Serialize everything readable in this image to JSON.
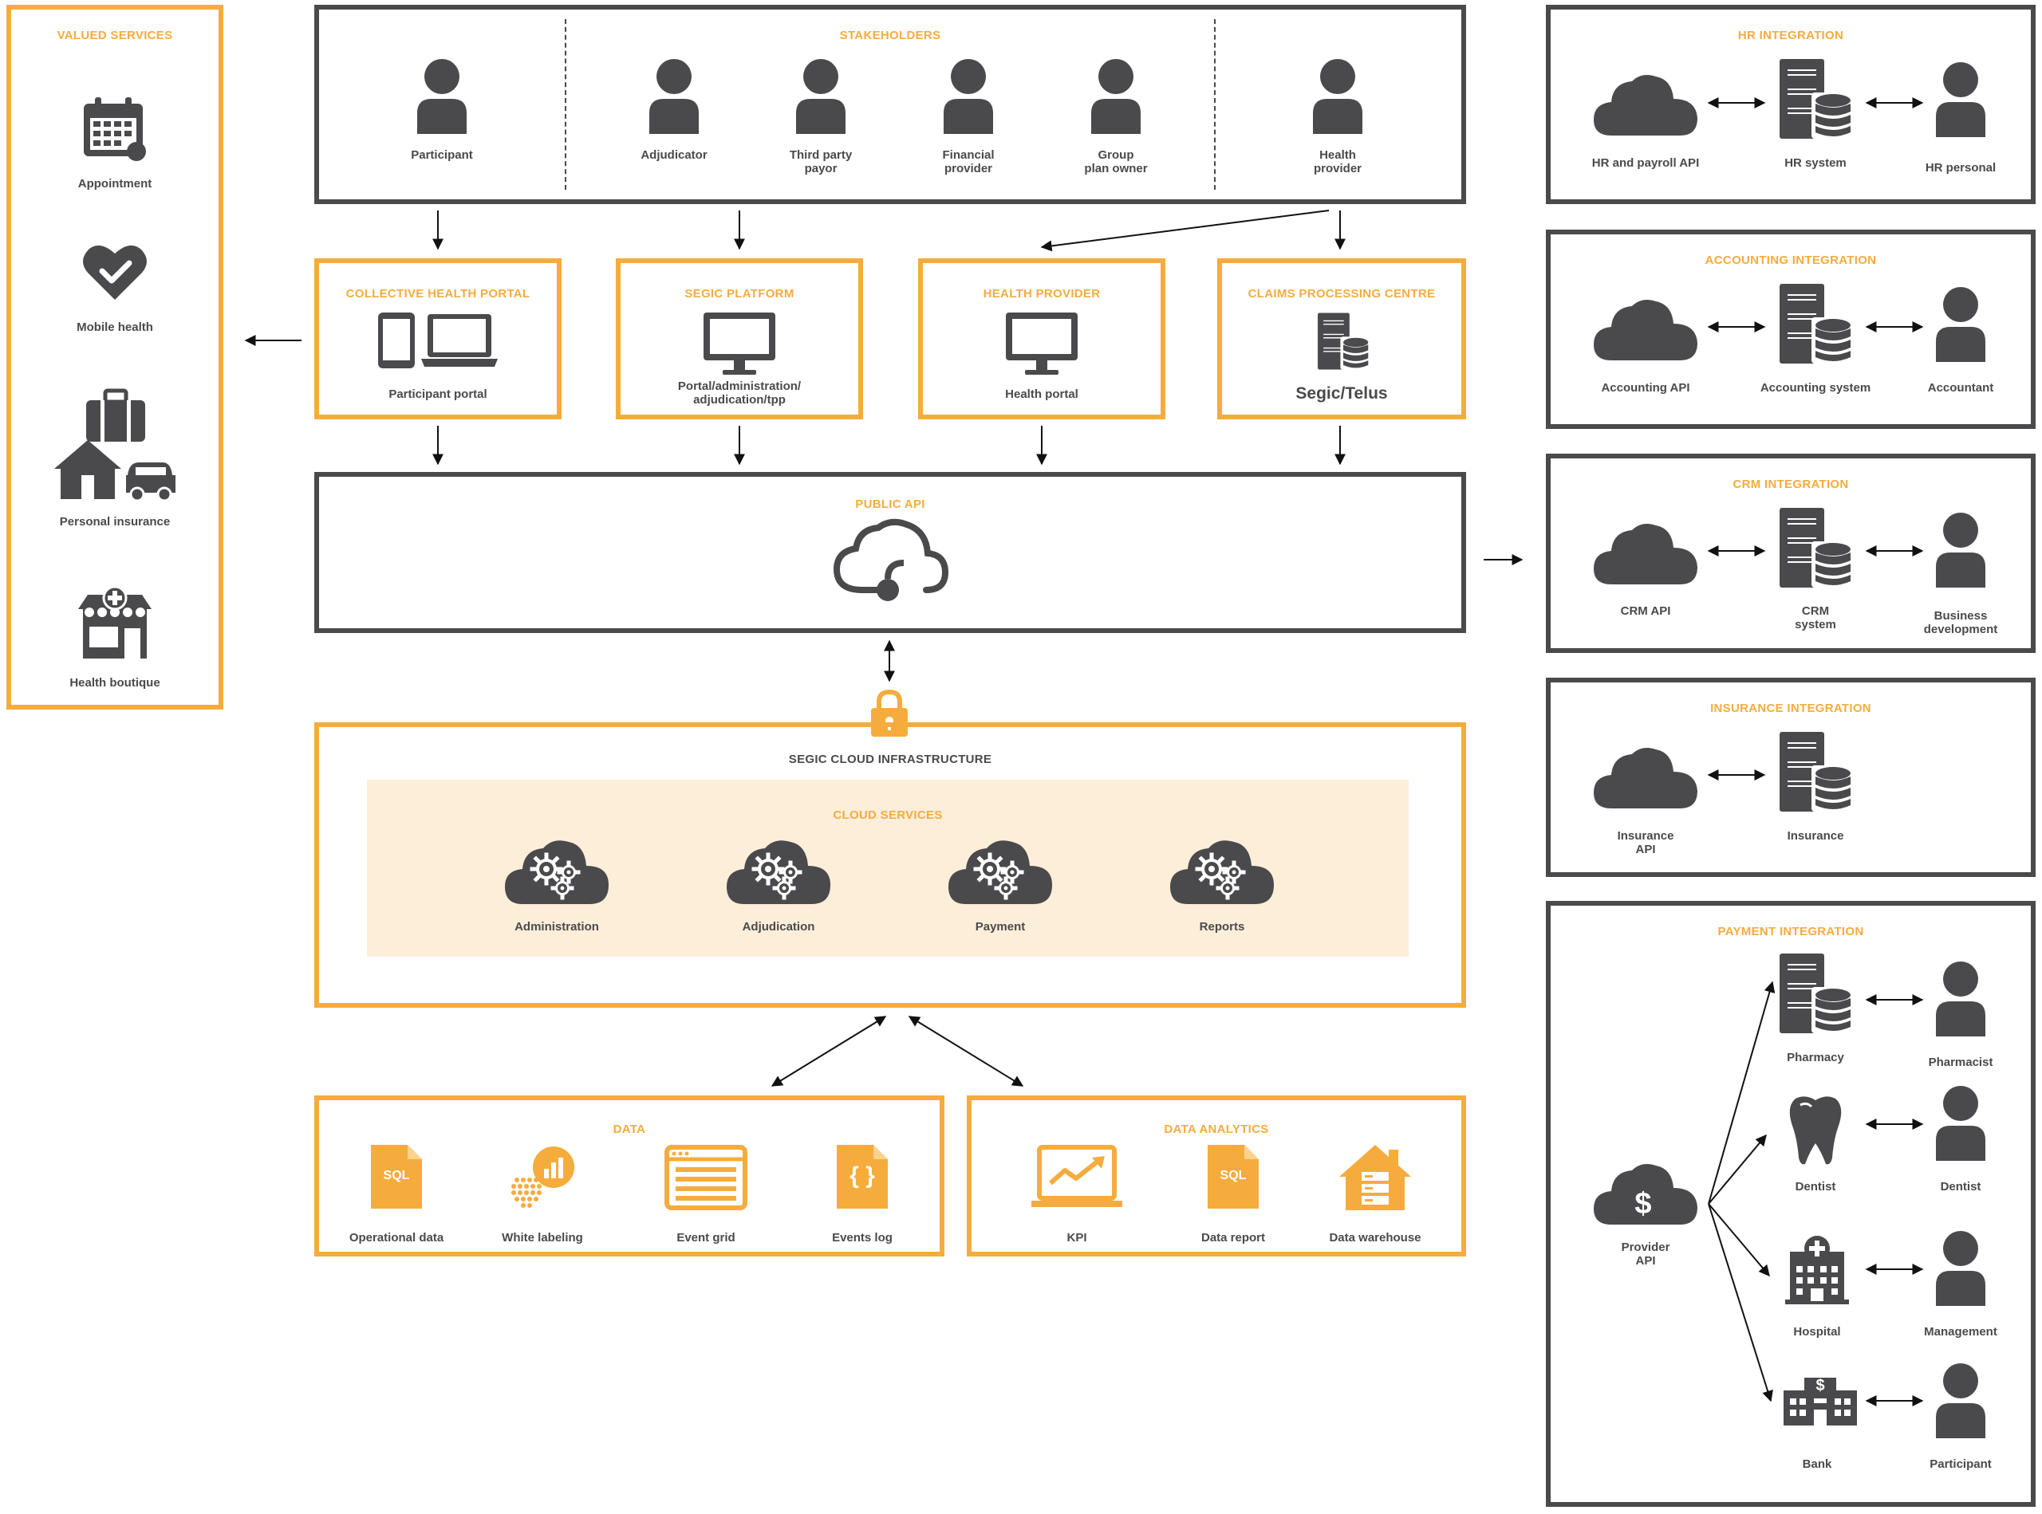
{
  "colors": {
    "accent": "#f5ac3d",
    "dark": "#4a4a4c",
    "cloud_services_bg": "#fdeed9"
  },
  "valued_services": {
    "title": "VALUED SERVICES",
    "items": [
      {
        "label": "Appointment",
        "icon": "calendar-icon"
      },
      {
        "label": "Mobile health",
        "icon": "heart-check-icon"
      },
      {
        "label": "Personal insurance",
        "icon": "suitcase-house-car-icon"
      },
      {
        "label": "Health boutique",
        "icon": "shop-icon"
      }
    ]
  },
  "stakeholders": {
    "title": "STAKEHOLDERS",
    "items": [
      {
        "label": "Participant"
      },
      {
        "label": "Adjudicator"
      },
      {
        "label": "Third party\npayor"
      },
      {
        "label": "Financial\nprovider"
      },
      {
        "label": "Group\nplan owner"
      },
      {
        "label": "Health\nprovider"
      }
    ]
  },
  "portals": [
    {
      "title": "COLLECTIVE HEALTH PORTAL",
      "label": "Participant portal",
      "icon": "tablet-laptop-icon"
    },
    {
      "title": "SEGIC PLATFORM",
      "label": "Portal/administration/\nadjudication/tpp",
      "icon": "monitor-icon"
    },
    {
      "title": "HEALTH PROVIDER",
      "label": "Health portal",
      "icon": "monitor-icon"
    },
    {
      "title": "CLAIMS PROCESSING CENTRE",
      "label": "Segic/Telus",
      "icon": "server-icon"
    }
  ],
  "public_api": {
    "title": "PUBLIC API",
    "icon": "cloud-api-icon"
  },
  "infrastructure": {
    "title": "SEGIC CLOUD INFRASTRUCTURE",
    "services_title": "CLOUD SERVICES",
    "services": [
      {
        "label": "Administration"
      },
      {
        "label": "Adjudication"
      },
      {
        "label": "Payment"
      },
      {
        "label": "Reports"
      }
    ]
  },
  "data": {
    "title": "DATA",
    "items": [
      {
        "label": "Operational data",
        "icon": "sql-file-icon",
        "badge": "SQL"
      },
      {
        "label": "White labeling",
        "icon": "chart-bubble-icon"
      },
      {
        "label": "Event grid",
        "icon": "browser-window-icon"
      },
      {
        "label": "Events log",
        "icon": "json-file-icon",
        "badge": "{ }"
      }
    ]
  },
  "analytics": {
    "title": "DATA ANALYTICS",
    "items": [
      {
        "label": "KPI",
        "icon": "laptop-trend-icon"
      },
      {
        "label": "Data report",
        "icon": "sql-file-icon",
        "badge": "SQL"
      },
      {
        "label": "Data warehouse",
        "icon": "warehouse-icon"
      }
    ]
  },
  "integrations": {
    "hr": {
      "title": "HR INTEGRATION",
      "api": "HR and payroll API",
      "system": "HR system",
      "person": "HR personal"
    },
    "accounting": {
      "title": "ACCOUNTING INTEGRATION",
      "api": "Accounting API",
      "system": "Accounting system",
      "person": "Accountant"
    },
    "crm": {
      "title": "CRM INTEGRATION",
      "api": "CRM API",
      "system": "CRM\nsystem",
      "person": "Business\ndevelopment"
    },
    "insurance": {
      "title": "INSURANCE INTEGRATION",
      "api": "Insurance\nAPI",
      "system": "Insurance"
    },
    "payment": {
      "title": "PAYMENT INTEGRATION",
      "api": "Provider\nAPI",
      "rows": [
        {
          "entity": "Pharmacy",
          "person": "Pharmacist",
          "icon": "server-icon"
        },
        {
          "entity": "Dentist",
          "person": "Dentist",
          "icon": "tooth-icon"
        },
        {
          "entity": "Hospital",
          "person": "Management",
          "icon": "hospital-icon"
        },
        {
          "entity": "Bank",
          "person": "Participant",
          "icon": "bank-icon"
        }
      ]
    }
  }
}
